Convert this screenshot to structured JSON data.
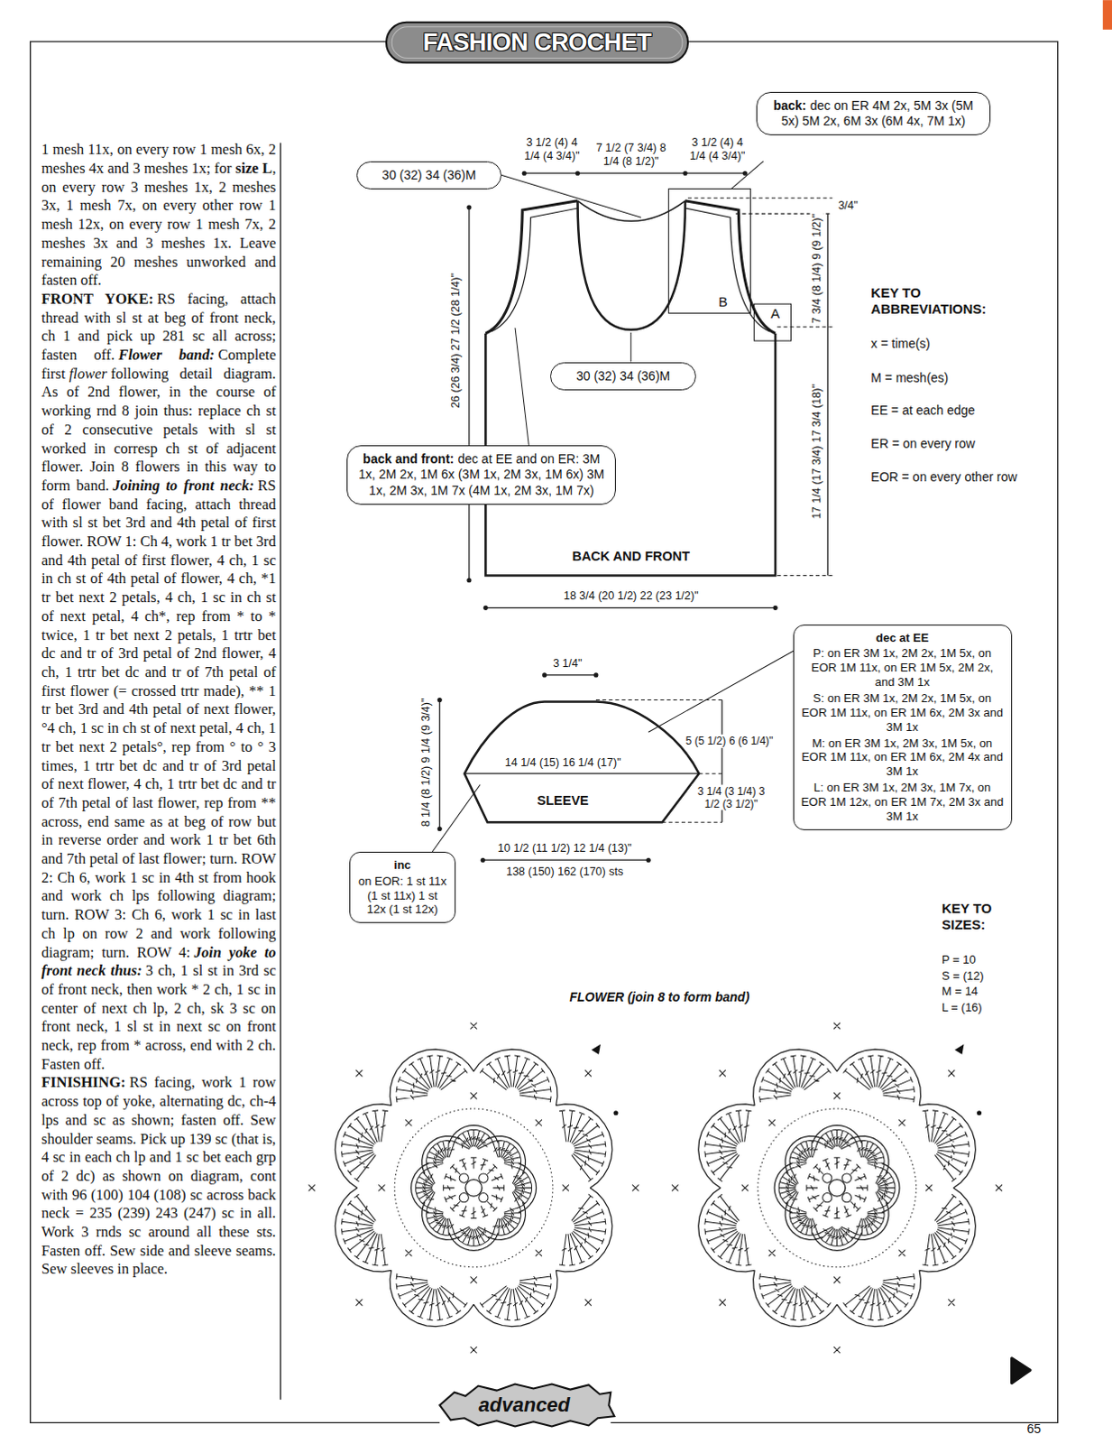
{
  "diagram": {
    "title": "FASHION CROCHET",
    "nodes": [
      {
        "text": [
          "30 (32) 34 (36)M"
        ]
      },
      {
        "text": [
          "back:",
          "dec on ER 4M 2x, 5M 3x (5M 5x) 5M 2x, 6M 3x (6M 4x, 7M 1x)"
        ]
      },
      {
        "text": [
          "30 (32) 34 (36)M"
        ]
      },
      {
        "text": [
          "back and front:",
          "dec at EE and on ER: 3M 1x, 2M 2x, 1M 6x (3M 1x, 2M 3x, 1M 6x) 3M 1x, 2M 3x, 1M 7x (4M 1x, 2M 3x, 1M 7x)"
        ]
      },
      {
        "text": [
          "dec at EE",
          "P: on ER 3M 1x, 2M 2x, 1M 5x, on EOR 1M 11x, on ER 1M 5x, 2M 2x, and 3M 1x",
          "S: on ER 3M 1x, 2M 2x, 1M 5x, on EOR 1M 11x, on ER 1M 6x, 2M 3x and 3M 1x",
          "M: on ER 3M 1x, 2M 3x, 1M 5x, on EOR 1M 11x, on ER 1M 6x, 2M 4x and 3M 1x",
          "L: on ER 3M 1x, 2M 3x, 1M 7x, on EOR 1M 12x, on ER 1M 7x, 2M 3x and 3M 1x"
        ]
      },
      {
        "text": [
          "inc",
          "on EOR: 1 st 11x (1 st 11x) 1 st 12x (1 st 12x)"
        ]
      }
    ],
    "labels": [
      "1 mesh 11x, on every row 1 mesh 6x, 2 meshes 4x and 3 meshes 1x; for",
      "size L",
      ", on every row 3 meshes 1x, 2 meshes 3x, 1 mesh 7x, on every other row 1 mesh 12x, on every row 1 mesh 7x, 2 meshes 3x and 3 meshes 1x. Leave remaining 20 meshes unworked and fasten off.",
      "FRONT YOKE:",
      "RS facing, attach thread with sl st at beg of front neck, ch 1 and pick up 281 sc all across; fasten off.",
      "Flower band:",
      "Complete first",
      "flower",
      "following detail diagram. As of 2nd flower, in the course of working rnd 8 join thus: replace ch st of 2 consecutive petals with sl st worked in corresp ch st of adjacent flower. Join 8 flowers in this way to form band.",
      "Joining to front neck:",
      "RS of flower band facing, attach thread with sl st bet 3rd and 4th petal of first flower. ROW 1: Ch 4, work 1 tr bet 3rd and 4th petal of first flower, 4 ch, 1 sc in ch st of 4th petal of flower, 4 ch, *1 tr bet next 2 petals, 4 ch, 1 sc in ch st of next petal, 4 ch*, rep from * to * twice, 1 tr bet next 2 petals, 1 trtr bet dc and tr of 3rd petal of 2nd flower, 4 ch, 1 trtr bet dc and tr of 7th petal of first flower (= crossed trtr made), ** 1 tr bet 3rd and 4th petal of next flower, °4 ch, 1 sc in ch st of next petal, 4 ch, 1 tr bet next 2 petals°, rep from ° to ° 3 times, 1 trtr bet dc and tr of 3rd petal of next flower, 4 ch, 1 trtr bet dc and tr of 7th petal of last flower, rep from ** across, end same as at beg of row but in reverse order and work 1 tr bet 6th and 7th petal of last flower; turn. ROW 2: Ch 6, work 1 sc in 4th st from hook and work ch lps following diagram; turn. ROW 3: Ch 6, work 1 sc in last ch lp on row 2 and work following diagram; turn. ROW 4:",
      "Join yoke to front neck thus:",
      "3 ch, 1 sl st in 3rd sc of front neck, then work * 2 ch, 1 sc in center of next ch lp, 2 ch, sk 3 sc on front neck, 1 sl st in next sc on front neck, rep from * across, end with 2 ch. Fasten off.",
      "FINISHING:",
      "RS facing, work 1 row across top of yoke, alternating dc, ch-4 lps and sc as shown; fasten off. Sew shoulder seams. Pick up 139 sc (that is, 4 sc in each ch lp and 1 sc bet each grp of 2 dc) as shown on diagram, cont with 96 (100) 104 (108) sc across back neck = 235 (239) 243 (247) sc in all. Work 3 rnds sc around all these sts. Fasten off. Sew side and sleeve seams. Sew sleeves in place.",
      "3 1/2 (4) 4 1/4 (4 3/4)\"",
      "7 1/2 (7 3/4) 8 1/4 (8 1/2)\"",
      "3 1/2 (4) 4 1/4 (4 3/4)\"",
      "26 (26 3/4) 27 1/2 (28 1/4)\"",
      "3/4\"",
      "7 3/4 (8 1/4) 9 (9 1/2)\"",
      "17 1/4 (17 3/4) 17 3/4 (18)\"",
      "B",
      "A",
      "BACK AND FRONT",
      "18 3/4 (20 1/2) 22 (23 1/2)\"",
      "KEY TO ABBREVIATIONS:",
      "x = time(s)",
      "M = mesh(es)",
      "EE = at each edge",
      "ER = on every row",
      "EOR = on every other row",
      "3 1/4\"",
      "8 1/4 (8 1/2) 9 1/4 (9 3/4)\"",
      "14 1/4 (15) 16 1/4 (17)\"",
      "5 (5 1/2) 6 (6 1/4)\"",
      "SLEEVE",
      "3 1/4 (3 1/4) 3 1/2 (3 1/2)\"",
      "10 1/2 (11 1/2) 12 1/4 (13)\"",
      "138 (150) 162 (170) sts",
      "KEY TO SIZES:",
      "P = 10",
      "S = (12)",
      "M = 14",
      "L = (16)",
      "FLOWER (join 8 to form band)",
      "advanced",
      "65"
    ]
  }
}
